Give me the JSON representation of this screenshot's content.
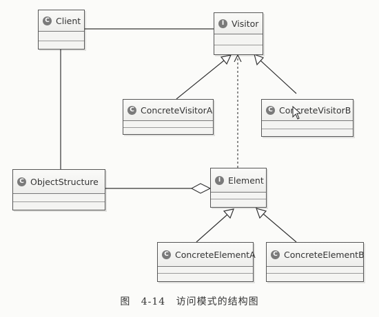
{
  "diagram": {
    "classes": {
      "client": {
        "badge": "C",
        "name": "Client"
      },
      "visitor": {
        "badge": "I",
        "name": "Visitor"
      },
      "concrete_visitor_a": {
        "badge": "C",
        "name": "ConcreteVisitorA"
      },
      "concrete_visitor_b": {
        "badge": "C",
        "name": "ConcreteVisitorB"
      },
      "object_structure": {
        "badge": "C",
        "name": "ObjectStructure"
      },
      "element": {
        "badge": "I",
        "name": "Element"
      },
      "concrete_element_a": {
        "badge": "C",
        "name": "ConcreteElementA"
      },
      "concrete_element_b": {
        "badge": "C",
        "name": "ConcreteElementB"
      }
    },
    "relations": [
      {
        "from": "client",
        "to": "visitor",
        "type": "association"
      },
      {
        "from": "client",
        "to": "object_structure",
        "type": "association"
      },
      {
        "from": "concrete_visitor_a",
        "to": "visitor",
        "type": "realization"
      },
      {
        "from": "concrete_visitor_b",
        "to": "visitor",
        "type": "realization"
      },
      {
        "from": "element",
        "to": "visitor",
        "type": "dependency"
      },
      {
        "from": "object_structure",
        "to": "element",
        "type": "aggregation"
      },
      {
        "from": "concrete_element_a",
        "to": "element",
        "type": "realization"
      },
      {
        "from": "concrete_element_b",
        "to": "element",
        "type": "realization"
      }
    ]
  },
  "caption": "图 4-14 访问模式的结构图"
}
